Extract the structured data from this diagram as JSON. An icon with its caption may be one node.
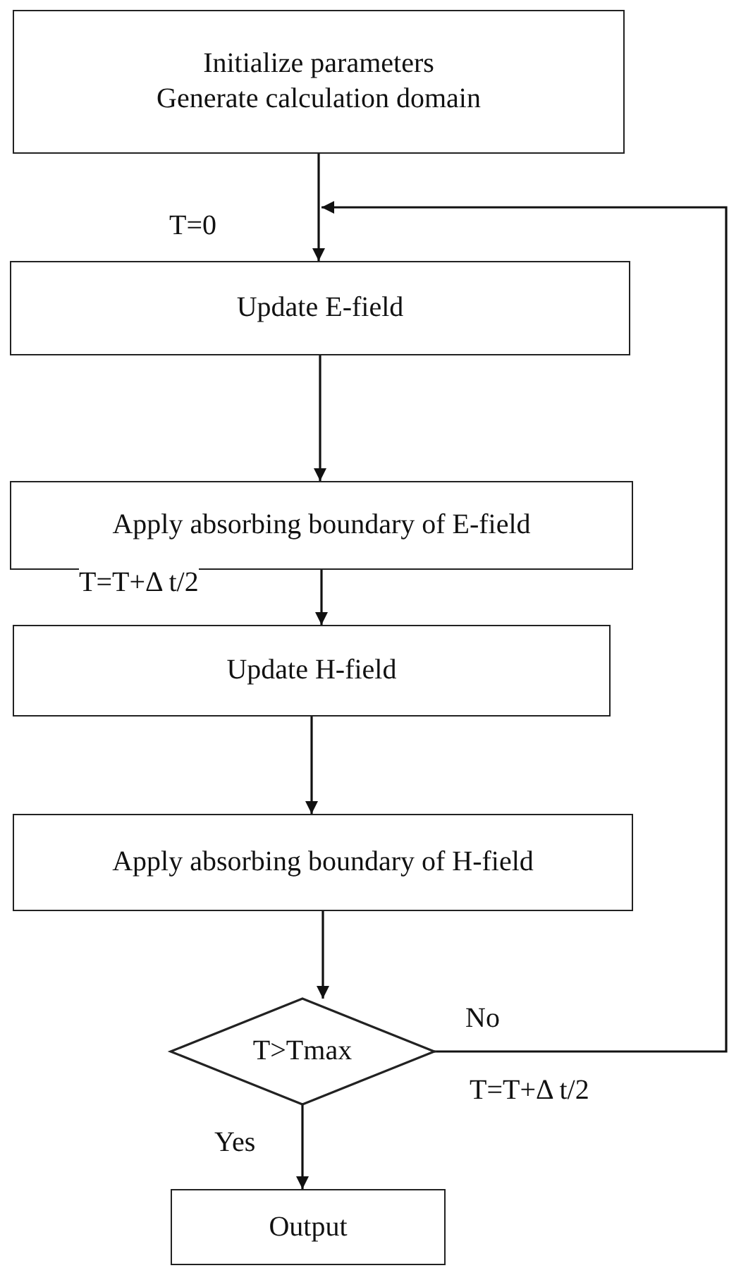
{
  "diagram": {
    "nodes": [
      {
        "text": [
          "Initialize parameters",
          "Generate calculation domain"
        ]
      },
      {
        "text": [
          "Update E-field"
        ]
      },
      {
        "text": [
          "Apply absorbing boundary of E-field"
        ]
      },
      {
        "text": [
          "Update H-field"
        ]
      },
      {
        "text": [
          "Apply absorbing boundary of H-field"
        ]
      },
      {
        "text": [
          "T>Tmax"
        ]
      },
      {
        "text": [
          "Output"
        ]
      }
    ],
    "edges": [
      {
        "from": 0,
        "to": 1,
        "arrow": "to",
        "label": "T=0"
      },
      {
        "from": 1,
        "to": 2,
        "arrow": "to"
      },
      {
        "from": 2,
        "to": 3,
        "arrow": "to",
        "label": "T=T+Δ t/2"
      },
      {
        "from": 3,
        "to": 4,
        "arrow": "to"
      },
      {
        "from": 4,
        "to": 5,
        "arrow": "to"
      },
      {
        "from": 5,
        "to": 1,
        "arrow": "to",
        "label": "No"
      },
      {
        "from": 5,
        "to": 6,
        "arrow": "to",
        "label": "Yes"
      }
    ],
    "labels": [
      "T=T+Δ t/2"
    ]
  }
}
